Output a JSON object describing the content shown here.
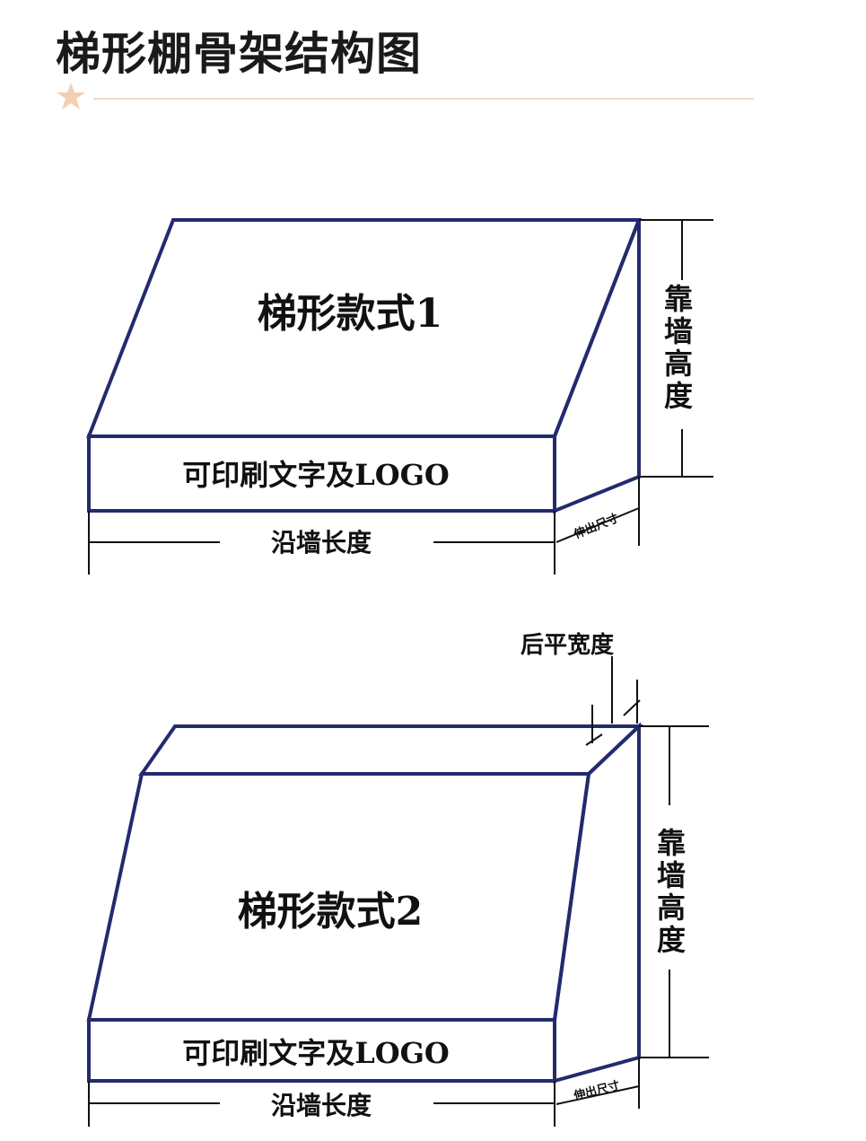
{
  "title": "梯形棚骨架结构图",
  "accent_colors": {
    "frame_stroke": "#232b6e",
    "title_star": "#f2cfb2",
    "title_rule": "#f3d9c4"
  },
  "diagram1": {
    "style_label": "梯形款式1",
    "front_label": "可印刷文字及LOGO",
    "length_label": "沿墙长度",
    "height_label": [
      "靠",
      "墙",
      "高",
      "度"
    ],
    "extension_label": "伸出尺寸"
  },
  "diagram2": {
    "style_label": "梯形款式2",
    "front_label": "可印刷文字及LOGO",
    "length_label": "沿墙长度",
    "height_label": [
      "靠",
      "墙",
      "高",
      "度"
    ],
    "extension_label": "伸出尺寸",
    "back_width_label": "后平宽度"
  }
}
